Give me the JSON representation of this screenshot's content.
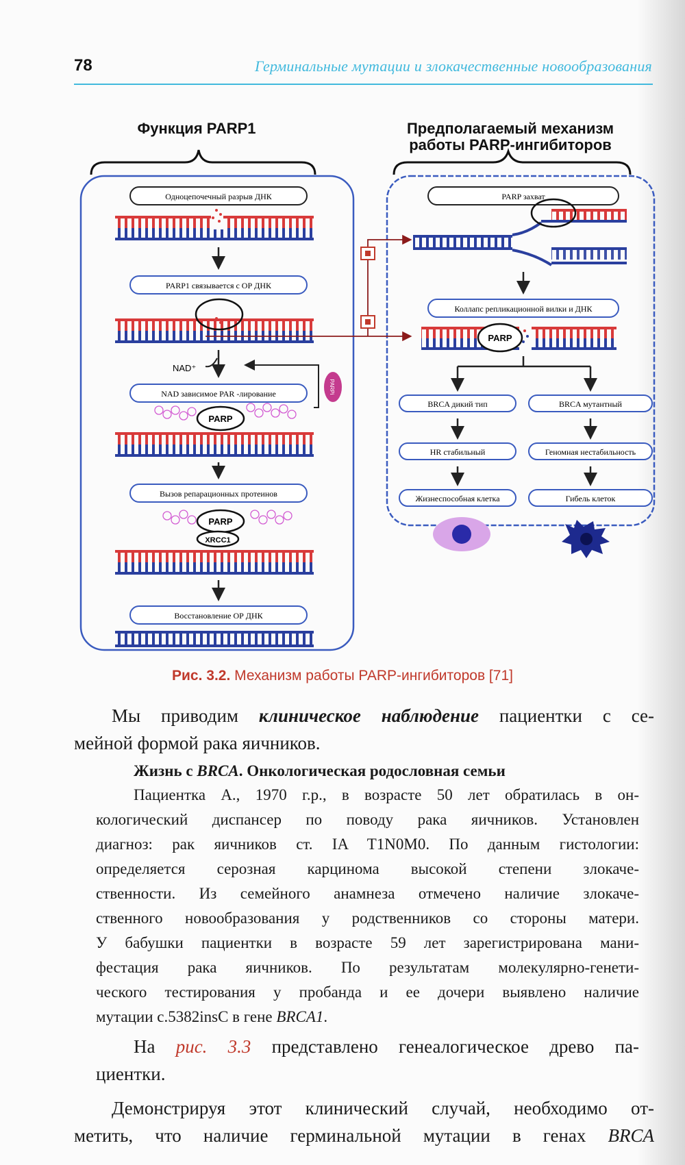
{
  "header": {
    "page_number": "78",
    "running_title": "Герминальные мутации и злокачественные новообразования"
  },
  "figure": {
    "left_panel_title": "Функция PARP1",
    "right_panel_title_line1": "Предполагаемый механизм",
    "right_panel_title_line2": "работы PARP-ингибиторов",
    "left_steps": [
      "Одноцепочечный разрыв ДНК",
      "PARP1 связывается с ОР ДНК",
      "NAD зависимое PAR -лирование",
      "Вызов репарационных протеинов",
      "Восстановление ОР ДНК"
    ],
    "nad_label": "NAD⁺",
    "parp_label": "PARP",
    "xrcc1_label": "XRCC1",
    "inhibitor_label": "PARPi",
    "right_top_steps": [
      "PARP захват",
      "Коллапс репликационной вилки и ДНК"
    ],
    "branch_left": [
      "BRCA дикий тип",
      "HR стабильный",
      "Жизнеспособная клетка"
    ],
    "branch_right": [
      "BRCA мутантный",
      "Геномная нестабильность",
      "Гибель клеток"
    ]
  },
  "caption": {
    "label": "Рис. 3.2.",
    "text": "Механизм работы PARP-ингибиторов [71]"
  },
  "body": {
    "p1_line1_a": "Мы приводим",
    "p1_line1_b": "клиническое наблюдение",
    "p1_line1_c": "пациентки с се-",
    "p1_line2": "мейной формой рака яичников.",
    "case_heading_a": "Жизнь с",
    "case_heading_b": "BRCA",
    "case_heading_c": ". Онкологическая родословная семьи",
    "case_lines": [
      "Пациентка А., 1970 г.р., в возрасте 50 лет обратилась в он-",
      "кологический диспансер по поводу рака яичников. Установлен",
      "диагноз: рак яичников ст. IA T1N0M0. По данным гистологии:",
      "определяется серозная карцинома высокой степени злокаче-",
      "ственности. Из семейного анамнеза отмечено наличие злокаче-",
      "ственного новообразования у родственников со стороны матери.",
      "У бабушки пациентки в возрасте 59 лет зарегистрирована мани-",
      "фестация рака яичников. По результатам молекулярно-генети-",
      "ческого тестирования у пробанда и ее дочери выявлено наличие"
    ],
    "case_last_a": "мутации c.5382insC в гене",
    "case_last_b": "BRCA1",
    "case_last_c": ".",
    "p2_a": "На",
    "p2_link": "рис. 3.3",
    "p2_b": "представлено генеалогическое древо па-",
    "p2_line2": "циентки.",
    "p3_line1": "Демонстрируя этот клинический случай, необходимо от-",
    "p3_line2_a": "метить, что наличие герминальной мутации в генах",
    "p3_line2_b": "BRCA"
  }
}
